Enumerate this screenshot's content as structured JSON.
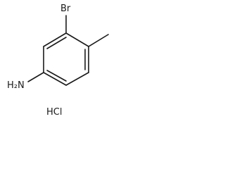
{
  "molecule": {
    "labels": {
      "bromine": "Br",
      "amine": "H₂N",
      "salt": "HCl"
    },
    "bonds": {
      "ring_bond_orders": [
        2,
        1,
        2,
        1,
        2,
        1
      ]
    }
  }
}
